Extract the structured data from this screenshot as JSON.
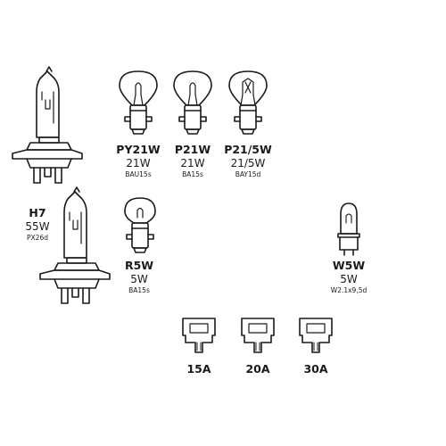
{
  "bulbs": [
    {
      "id": "h7-top",
      "name": "",
      "watt": "",
      "base": ""
    },
    {
      "id": "py21w",
      "name": "PY21W",
      "watt": "21W",
      "base": "BAU15s"
    },
    {
      "id": "p21w",
      "name": "P21W",
      "watt": "21W",
      "base": "BA15s"
    },
    {
      "id": "p21-5w",
      "name": "P21/5W",
      "watt": "21/5W",
      "base": "BAY15d"
    },
    {
      "id": "h7",
      "name": "H7",
      "watt": "55W",
      "base": "PX26d"
    },
    {
      "id": "r5w",
      "name": "R5W",
      "watt": "5W",
      "base": "BA15s"
    },
    {
      "id": "w5w",
      "name": "W5W",
      "watt": "5W",
      "base": "W2.1x9,5d"
    }
  ],
  "fuses": [
    {
      "label": "15A"
    },
    {
      "label": "20A"
    },
    {
      "label": "30A"
    }
  ]
}
